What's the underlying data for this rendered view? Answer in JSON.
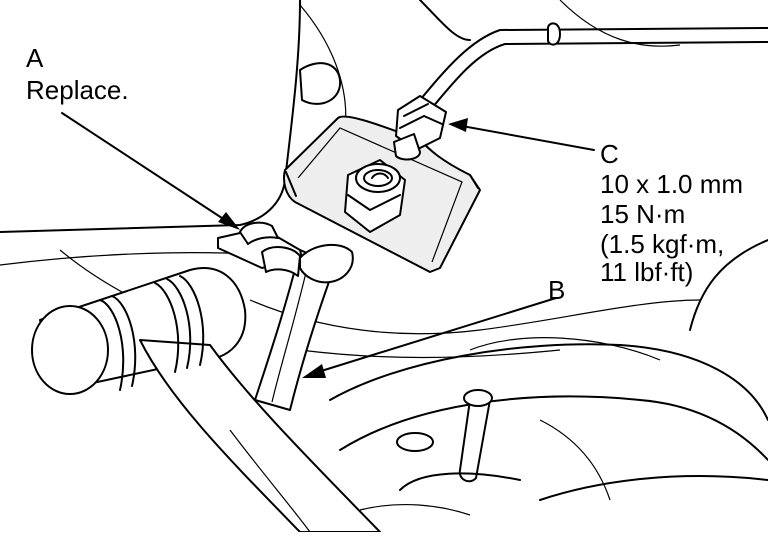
{
  "labels": {
    "a_letter": "A",
    "a_text": "Replace.",
    "b_letter": "B",
    "c_letter": "C",
    "c_spec_1": "10 x 1.0 mm",
    "c_spec_2": "15 N·m",
    "c_spec_3": "(1.5 kgf·m,",
    "c_spec_4": "11 lbf·ft)"
  },
  "colors": {
    "line": "#000000",
    "background": "#ffffff"
  }
}
